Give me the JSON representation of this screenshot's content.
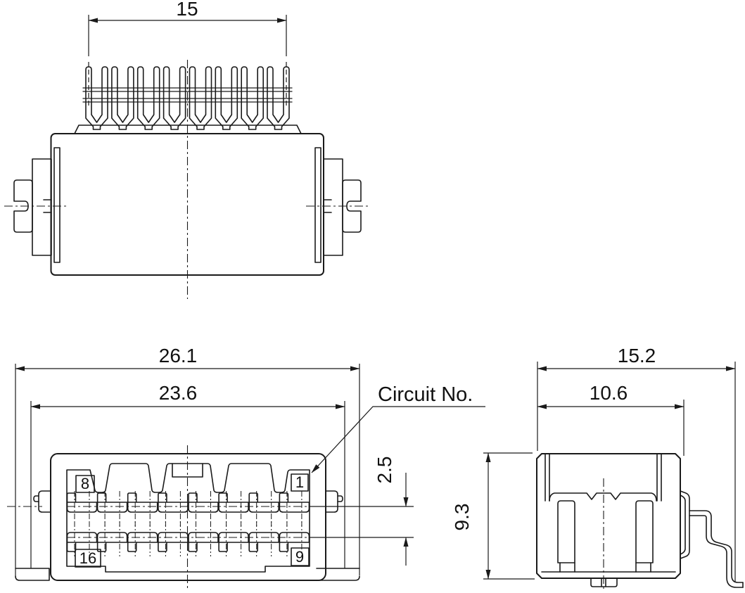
{
  "top": {
    "dim_pins": "15"
  },
  "front": {
    "dim_overall": "26.1",
    "dim_inner": "23.6",
    "dim_row": "2.5",
    "circuit_label": "Circuit No.",
    "t_top_left": "8",
    "t_top_right": "1",
    "t_bottom_left": "16",
    "t_bottom_right": "9"
  },
  "side": {
    "dim_overall": "15.2",
    "dim_body": "10.6",
    "dim_height": "9.3"
  },
  "colors": {
    "line": "#1a1a1a",
    "background": "#ffffff"
  }
}
